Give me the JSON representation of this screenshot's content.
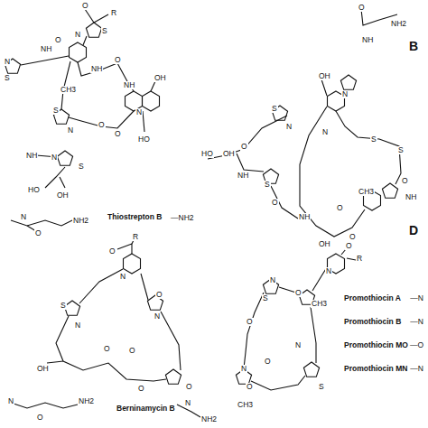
{
  "diagram": {
    "labels": [
      "O",
      "R",
      "S",
      "N",
      "N",
      "S",
      "NH",
      "O",
      "CH3",
      "NH",
      "O",
      "NH",
      "S",
      "N",
      "O",
      "O",
      "N",
      "OH",
      "HO",
      "NH",
      "N",
      "S",
      "HO",
      "OH",
      "Thiostrepton B",
      "—NH2",
      "N",
      "O",
      "NH2",
      "B",
      "O",
      "NH2",
      "NH",
      "OH",
      "N",
      "S",
      "N",
      "N",
      "S",
      "S",
      "O",
      "NH",
      "CH3",
      "HO",
      "OH",
      "O",
      "NH",
      "S",
      "O",
      "NH",
      "O",
      "OH",
      "O",
      "R",
      "O",
      "N",
      "S",
      "N",
      "O",
      "N",
      "O",
      "O",
      "OH",
      "O",
      "O",
      "N",
      "O",
      "NH2",
      "Berninamycin B",
      "N",
      "NH2",
      "D",
      "O",
      "R",
      "N",
      "N",
      "S",
      "O",
      "CH3",
      "O",
      "N",
      "N",
      "O",
      "CH3",
      "S",
      "O",
      "Promothiocin A",
      "—N",
      "Promothiocin B",
      "—N",
      "Promothiocin MO",
      "—O",
      "Promothiocin MN",
      "—N"
    ]
  }
}
